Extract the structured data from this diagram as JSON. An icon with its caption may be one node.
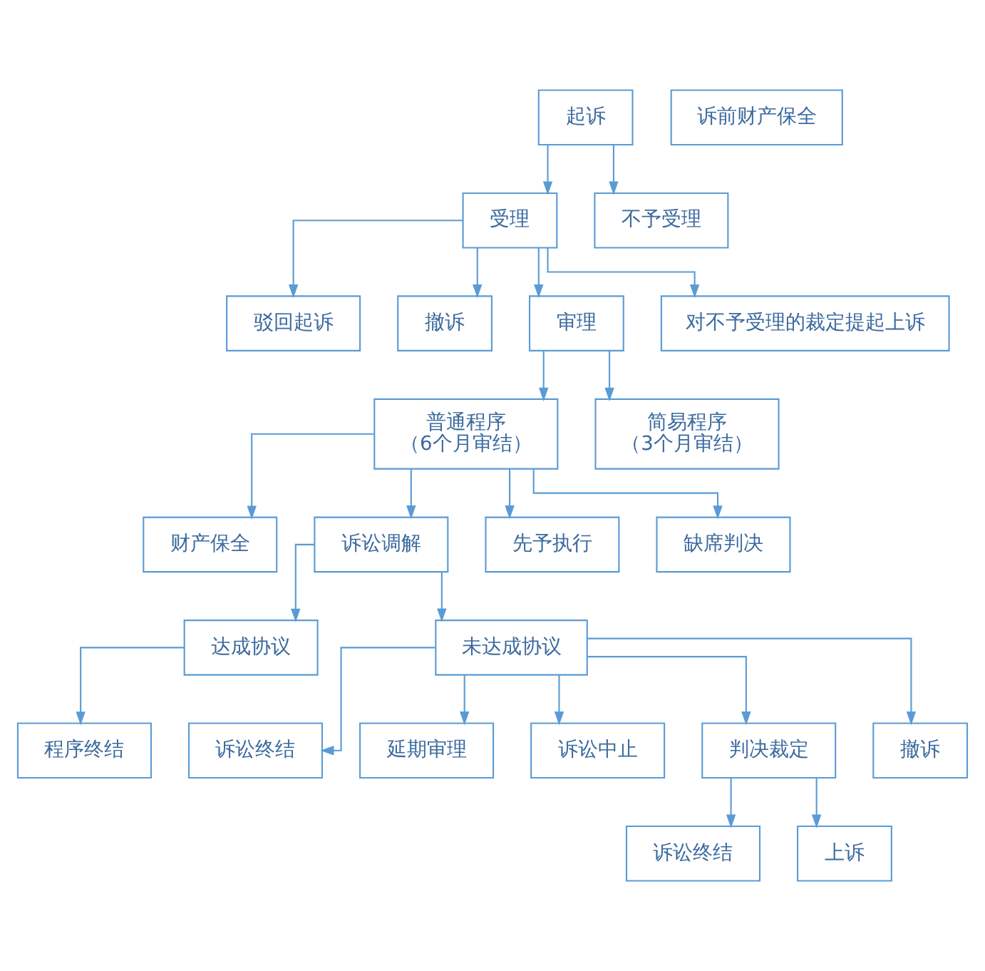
{
  "diagram": {
    "nodes": [
      {
        "text": [
          "起诉"
        ]
      },
      {
        "text": [
          "诉前财产保全"
        ]
      },
      {
        "text": [
          "受理"
        ]
      },
      {
        "text": [
          "不予受理"
        ]
      },
      {
        "text": [
          "驳回起诉"
        ]
      },
      {
        "text": [
          "撤诉"
        ]
      },
      {
        "text": [
          "审理"
        ]
      },
      {
        "text": [
          "对不予受理的裁定提起上诉"
        ]
      },
      {
        "text": [
          "普通程序",
          "（6个月审结）"
        ]
      },
      {
        "text": [
          "简易程序",
          "（3个月审结）"
        ]
      },
      {
        "text": [
          "财产保全"
        ]
      },
      {
        "text": [
          "诉讼调解"
        ]
      },
      {
        "text": [
          "先予执行"
        ]
      },
      {
        "text": [
          "缺席判决"
        ]
      },
      {
        "text": [
          "达成协议"
        ]
      },
      {
        "text": [
          "未达成协议"
        ]
      },
      {
        "text": [
          "程序终结"
        ]
      },
      {
        "text": [
          "诉讼终结"
        ]
      },
      {
        "text": [
          "延期审理"
        ]
      },
      {
        "text": [
          "诉讼中止"
        ]
      },
      {
        "text": [
          "判决裁定"
        ]
      },
      {
        "text": [
          "撤诉"
        ]
      },
      {
        "text": [
          "诉讼终结"
        ]
      },
      {
        "text": [
          "上诉"
        ]
      }
    ],
    "edges": [
      {
        "from": 0,
        "to": 2,
        "arrow": "to"
      },
      {
        "from": 0,
        "to": 3,
        "arrow": "to"
      },
      {
        "from": 2,
        "to": 4,
        "arrow": "to"
      },
      {
        "from": 2,
        "to": 5,
        "arrow": "to"
      },
      {
        "from": 2,
        "to": 6,
        "arrow": "to"
      },
      {
        "from": 2,
        "to": 7,
        "arrow": "to"
      },
      {
        "from": 6,
        "to": 8,
        "arrow": "to"
      },
      {
        "from": 6,
        "to": 9,
        "arrow": "to"
      },
      {
        "from": 8,
        "to": 10,
        "arrow": "to"
      },
      {
        "from": 8,
        "to": 11,
        "arrow": "to"
      },
      {
        "from": 8,
        "to": 12,
        "arrow": "to"
      },
      {
        "from": 8,
        "to": 13,
        "arrow": "to"
      },
      {
        "from": 11,
        "to": 14,
        "arrow": "to"
      },
      {
        "from": 11,
        "to": 15,
        "arrow": "to"
      },
      {
        "from": 14,
        "to": 16,
        "arrow": "to"
      },
      {
        "from": 15,
        "to": 17,
        "arrow": "to"
      },
      {
        "from": 15,
        "to": 18,
        "arrow": "to"
      },
      {
        "from": 15,
        "to": 19,
        "arrow": "to"
      },
      {
        "from": 15,
        "to": 20,
        "arrow": "to"
      },
      {
        "from": 15,
        "to": 21,
        "arrow": "to"
      },
      {
        "from": 20,
        "to": 22,
        "arrow": "to"
      },
      {
        "from": 20,
        "to": 23,
        "arrow": "to"
      }
    ]
  }
}
